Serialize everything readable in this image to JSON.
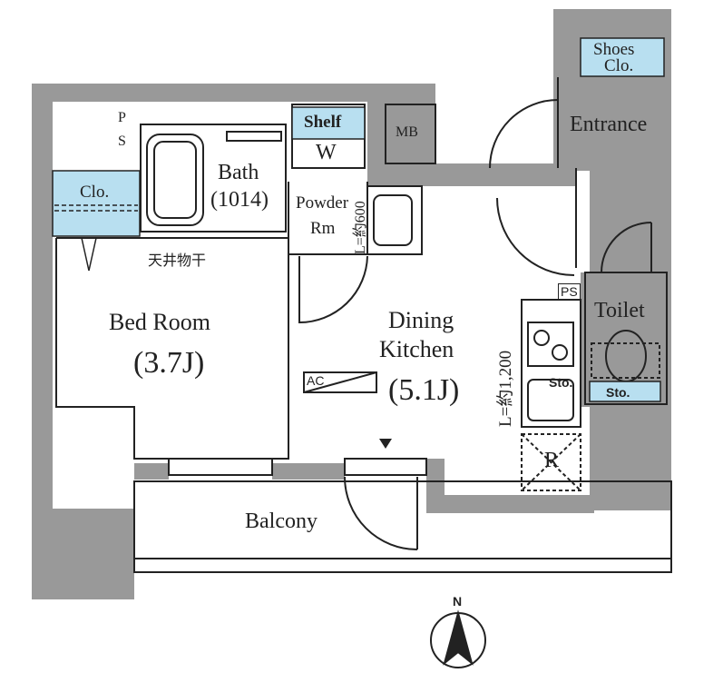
{
  "rooms": {
    "bedroom": {
      "name": "Bed Room",
      "size": "(3.7J)",
      "ceiling_dryer": "天井物干"
    },
    "dining_kitchen": {
      "name_line1": "Dining",
      "name_line2": "Kitchen",
      "size": "(5.1J)"
    },
    "bath": {
      "name": "Bath",
      "size": "(1014)"
    },
    "powder_room": {
      "line1": "Powder",
      "line2": "Rm"
    },
    "entrance": {
      "name": "Entrance"
    },
    "toilet": {
      "name": "Toilet"
    },
    "balcony": {
      "name": "Balcony"
    }
  },
  "fixtures": {
    "ps_top": {
      "line1": "P",
      "line2": "S"
    },
    "ps_kitchen": "PS",
    "mb": "MB",
    "shelf": "Shelf",
    "washer": "W",
    "closet": "Clo.",
    "shoes_closet": {
      "line1": "Shoes",
      "line2": "Clo."
    },
    "vanity_length": "L=約600",
    "kitchen_length": "L=約1,200",
    "storage_kitchen": "Sto.",
    "storage_toilet": "Sto.",
    "refrigerator": "R",
    "air_conditioner": "AC",
    "compass_north": "N"
  },
  "colors": {
    "wall": "#999999",
    "storage_fill": "#b8dff0",
    "line": "#222222"
  }
}
